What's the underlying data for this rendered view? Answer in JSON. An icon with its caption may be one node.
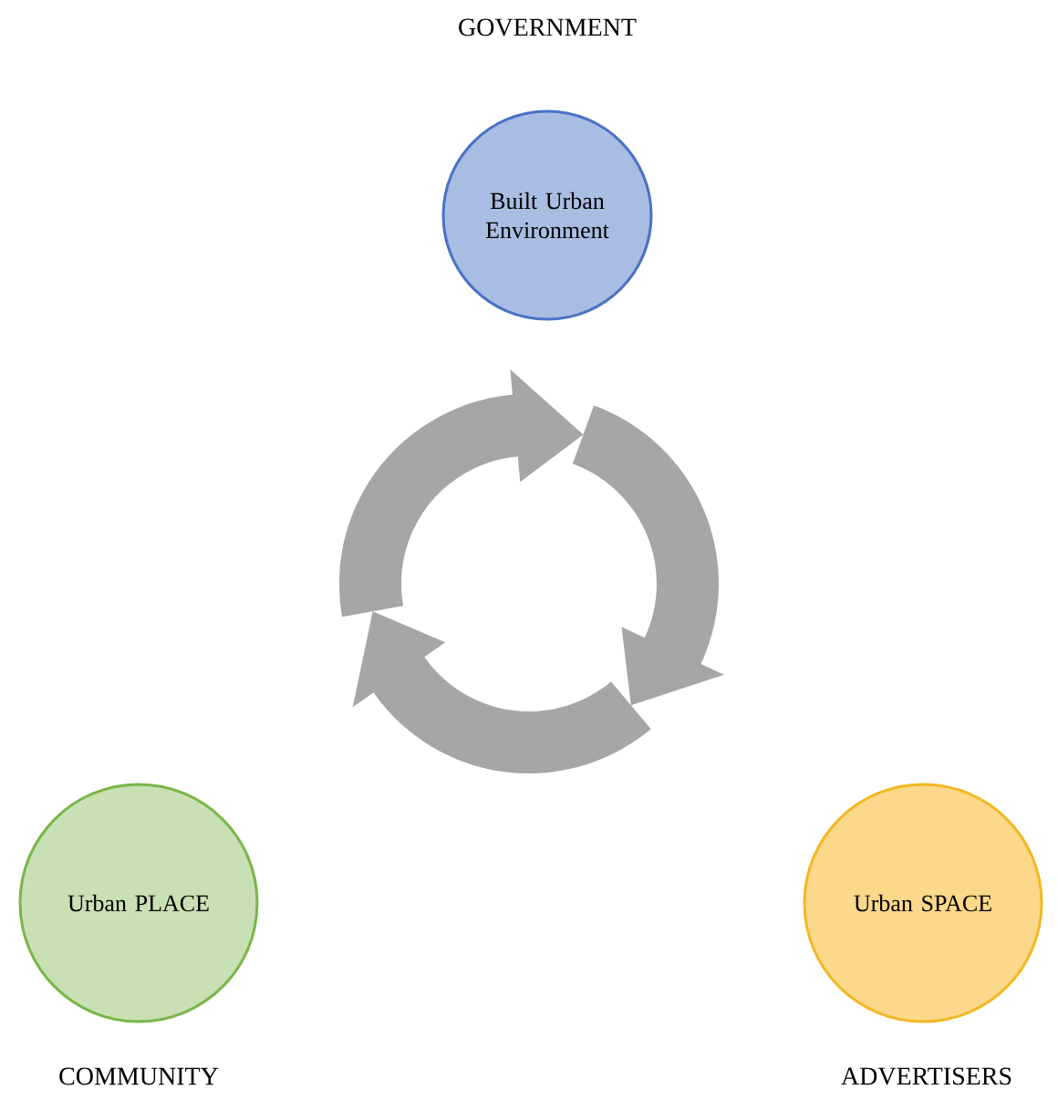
{
  "diagram": {
    "nodes": [
      {
        "text": [
          "Built Urban Environment"
        ],
        "beside": [
          "GOVERNMENT"
        ]
      },
      {
        "text": [
          "Urban PLACE"
        ],
        "beside": [
          "COMMUNITY"
        ]
      },
      {
        "text": [
          "Urban SPACE"
        ],
        "beside": [
          "ADVERTISERS"
        ]
      }
    ]
  }
}
